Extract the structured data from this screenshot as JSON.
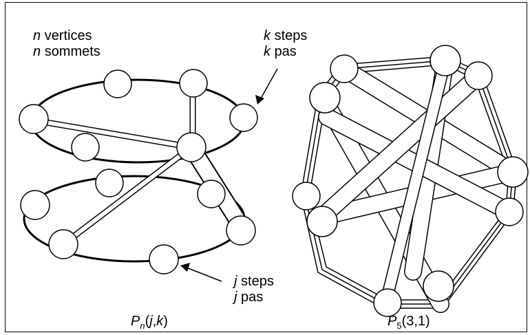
{
  "labels": {
    "n_vertices_en": "vertices",
    "n_vertices_fr": "sommets",
    "k_steps_en": "steps",
    "k_steps_fr": "pas",
    "j_steps_en": "steps",
    "j_steps_fr": "pas",
    "var_n": "n",
    "var_k": "k",
    "var_j": "j"
  },
  "captions": {
    "left_symbol": "P",
    "left_sub": "n",
    "left_args_open": "(",
    "left_arg_j": "j",
    "left_arg_sep": ",",
    "left_arg_k": "k",
    "left_args_close": ")",
    "right_symbol": "P",
    "right_sub": "5",
    "right_args": "(3,1)"
  },
  "colors": {
    "stroke": "#000000",
    "fill": "#ffffff"
  }
}
